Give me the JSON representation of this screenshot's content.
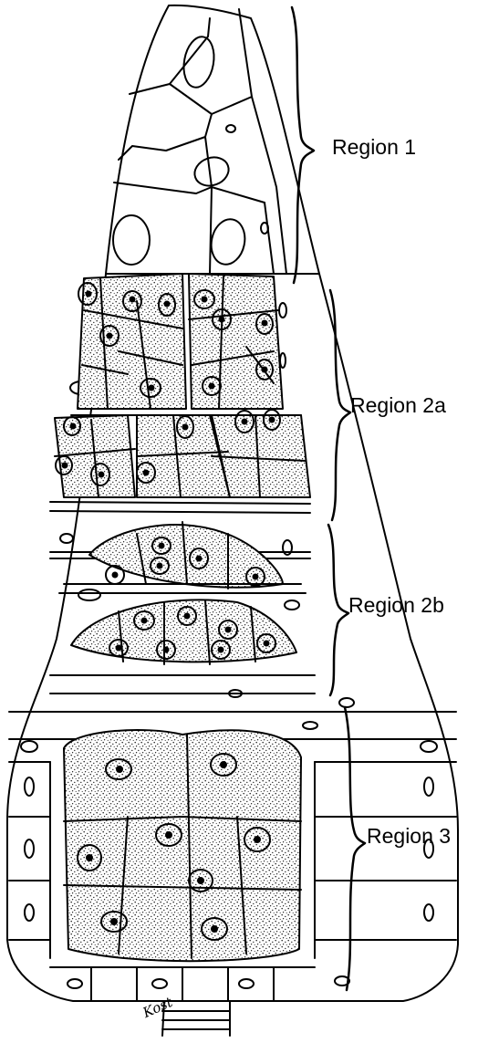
{
  "regions": [
    {
      "id": "1",
      "label": "Region 1"
    },
    {
      "id": "2a",
      "label": "Region 2a"
    },
    {
      "id": "2b",
      "label": "Region 2b"
    },
    {
      "id": "3",
      "label": "Region 3"
    }
  ],
  "signature": "Kost",
  "colors": {
    "ink": "#000000",
    "background": "#ffffff",
    "stipple": "#1a1a1a"
  }
}
